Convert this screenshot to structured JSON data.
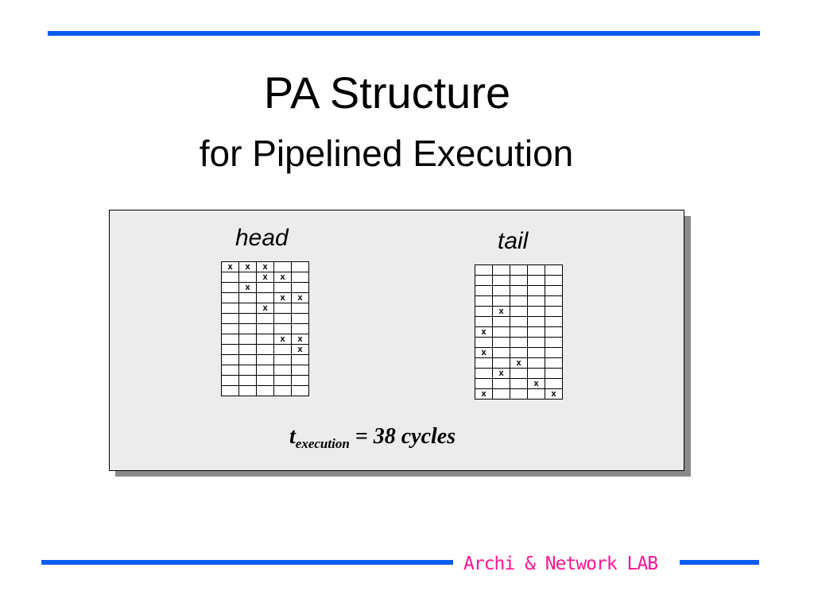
{
  "slide": {
    "title": "PA Structure",
    "subtitle": "for Pipelined Execution"
  },
  "diagram": {
    "head": {
      "label": "head",
      "cols": 5,
      "rows": [
        [
          "x",
          "x",
          "x",
          "",
          ""
        ],
        [
          "",
          "",
          "x",
          "x",
          ""
        ],
        [
          "",
          "x",
          "",
          "",
          ""
        ],
        [
          "",
          "",
          "",
          "x",
          "x"
        ],
        [
          "",
          "",
          "x",
          "",
          ""
        ],
        [
          "",
          "",
          "",
          "",
          ""
        ],
        [
          "",
          "",
          "",
          "",
          ""
        ],
        [
          "",
          "",
          "",
          "x",
          "x"
        ],
        [
          "",
          "",
          "",
          "",
          "x"
        ],
        [
          "",
          "",
          "",
          "",
          ""
        ],
        [
          "",
          "",
          "",
          "",
          ""
        ],
        [
          "",
          "",
          "",
          "",
          ""
        ],
        [
          "",
          "",
          "",
          "",
          ""
        ]
      ]
    },
    "tail": {
      "label": "tail",
      "cols": 5,
      "rows": [
        [
          "",
          "",
          "",
          "",
          ""
        ],
        [
          "",
          "",
          "",
          "",
          ""
        ],
        [
          "",
          "",
          "",
          "",
          ""
        ],
        [
          "",
          "",
          "",
          "",
          ""
        ],
        [
          "",
          "x",
          "",
          "",
          ""
        ],
        [
          "",
          "",
          "",
          "",
          ""
        ],
        [
          "x",
          "",
          "",
          "",
          ""
        ],
        [
          "",
          "",
          "",
          "",
          ""
        ],
        [
          "x",
          "",
          "",
          "",
          ""
        ],
        [
          "",
          "",
          "x",
          "",
          ""
        ],
        [
          "",
          "x",
          "",
          "",
          ""
        ],
        [
          "",
          "",
          "",
          "x",
          ""
        ],
        [
          "x",
          "",
          "",
          "",
          "x"
        ]
      ]
    },
    "formula": {
      "var": "t",
      "subscript": "execution",
      "rest": " = 38 cycles"
    }
  },
  "footer": {
    "text": "Archi & Network LAB"
  }
}
